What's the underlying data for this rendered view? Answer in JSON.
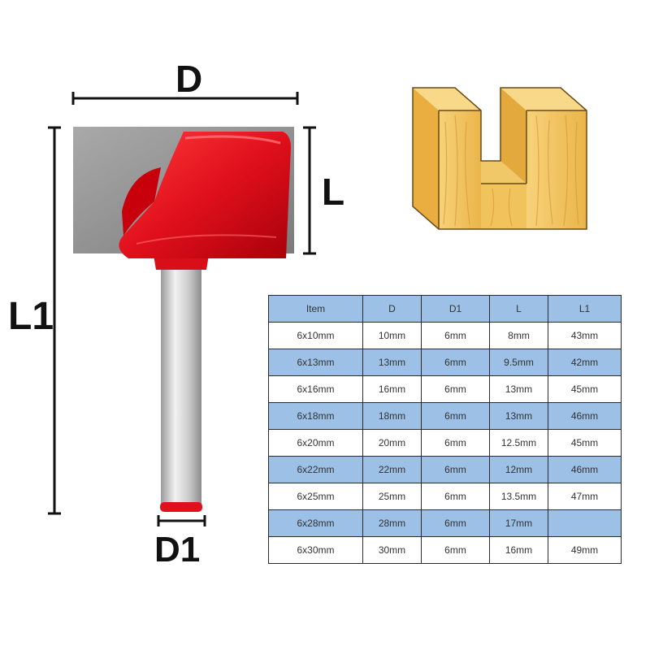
{
  "dimensions": {
    "d_label": "D",
    "l_label": "L",
    "l1_label": "L1",
    "d1_label": "D1"
  },
  "spec_table": {
    "headers": [
      "Item",
      "D",
      "D1",
      "L",
      "L1"
    ],
    "rows": [
      [
        "6x10mm",
        "10mm",
        "6mm",
        "8mm",
        "43mm"
      ],
      [
        "6x13mm",
        "13mm",
        "6mm",
        "9.5mm",
        "42mm"
      ],
      [
        "6x16mm",
        "16mm",
        "6mm",
        "13mm",
        "45mm"
      ],
      [
        "6x18mm",
        "18mm",
        "6mm",
        "13mm",
        "46mm"
      ],
      [
        "6x20mm",
        "20mm",
        "6mm",
        "12.5mm",
        "45mm"
      ],
      [
        "6x22mm",
        "22mm",
        "6mm",
        "12mm",
        "46mm"
      ],
      [
        "6x25mm",
        "25mm",
        "6mm",
        "13.5mm",
        "47mm"
      ],
      [
        "6x28mm",
        "28mm",
        "6mm",
        "17mm",
        ""
      ],
      [
        "6x30mm",
        "30mm",
        "6mm",
        "16mm",
        "49mm"
      ]
    ]
  },
  "colors": {
    "cutter_red": "#e0101c",
    "blade_grey": "#8f8f8f",
    "shank_grey": "#c8c8c8",
    "wood": "#f3c55e",
    "table_header_blue": "#9cc0e6"
  }
}
